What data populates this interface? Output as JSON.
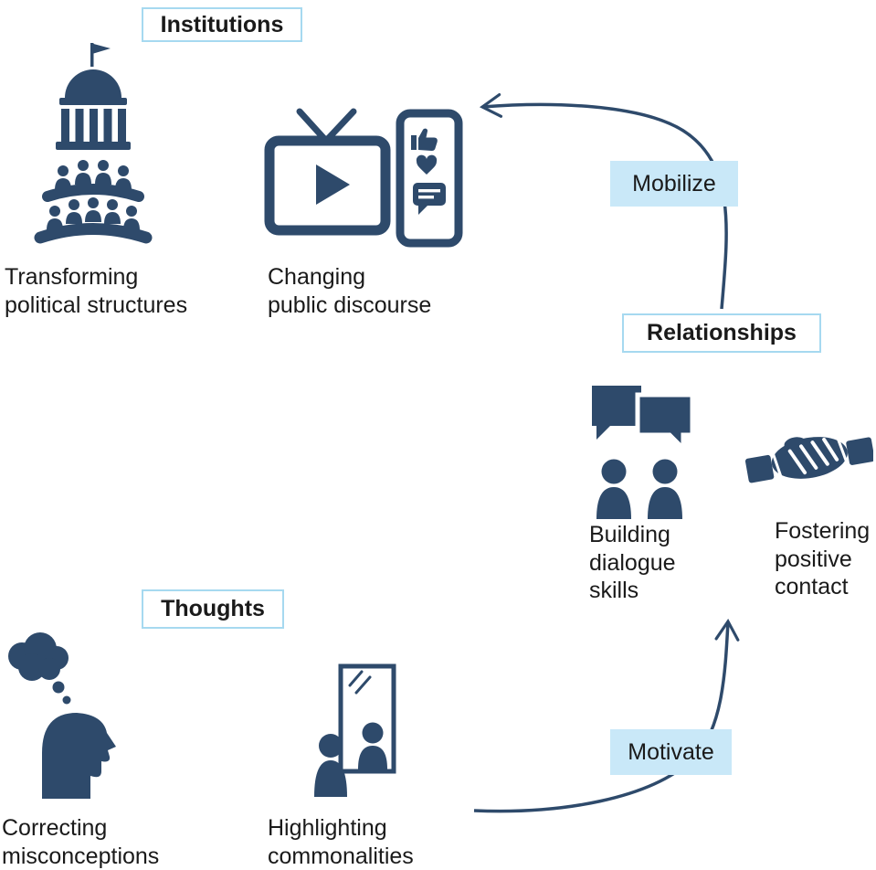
{
  "diagram": {
    "section_labels": {
      "institutions": "Institutions",
      "relationships": "Relationships",
      "thoughts": "Thoughts"
    },
    "arrow_labels": {
      "mobilize": "Mobilize",
      "motivate": "Motivate"
    },
    "captions": {
      "transforming_political_structures": "Transforming\npolitical structures",
      "changing_public_discourse": "Changing\npublic discourse",
      "building_dialogue_skills": "Building\ndialogue\nskills",
      "fostering_positive_contact": "Fostering\npositive\ncontact",
      "correcting_misconceptions": "Correcting\nmisconceptions",
      "highlighting_commonalities": "Highlighting\ncommonalities"
    },
    "icons": {
      "capitol": "capitol-building-with-audience-icon",
      "tv": "television-play-icon",
      "smartphone": "smartphone-social-media-icon",
      "dialogue": "speech-bubbles-people-icon",
      "handshake": "handshake-icon",
      "thought_head": "head-with-thought-cloud-icon",
      "mirror": "person-and-mirror-icon"
    }
  },
  "colors": {
    "icon": "#2e4a6b",
    "arrow": "#2e4a6b",
    "label_fill": "#c9e8f8",
    "box_border": "#a6d9f0",
    "text": "#1a1a1a",
    "background": "#ffffff"
  }
}
